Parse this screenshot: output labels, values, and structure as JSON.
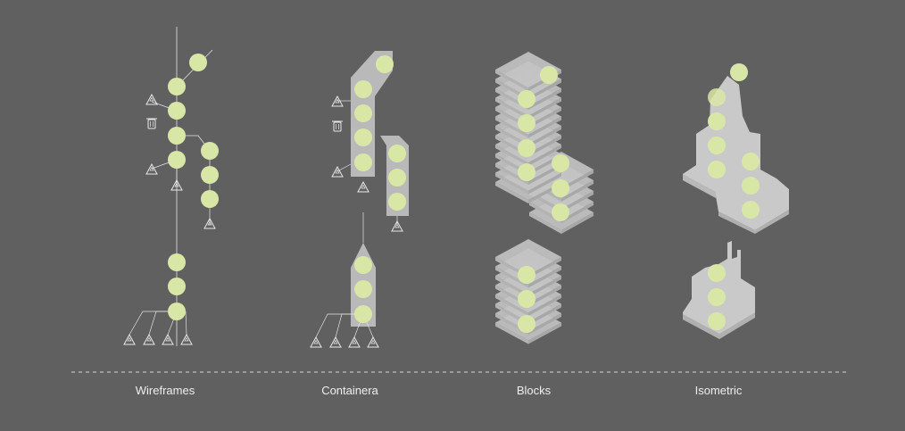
{
  "colors": {
    "background": "#606060",
    "node": "#d9e7a6",
    "line": "#e2e2e2",
    "shape": "#c9c9c9",
    "shape_dark": "#b4b4b4",
    "label": "#eeeeee"
  },
  "columns": [
    {
      "label": "Wireframes"
    },
    {
      "label": "Containera"
    },
    {
      "label": "Blocks"
    },
    {
      "label": "Isometric"
    }
  ],
  "icons": [
    "recycle-icon",
    "trash-icon"
  ]
}
